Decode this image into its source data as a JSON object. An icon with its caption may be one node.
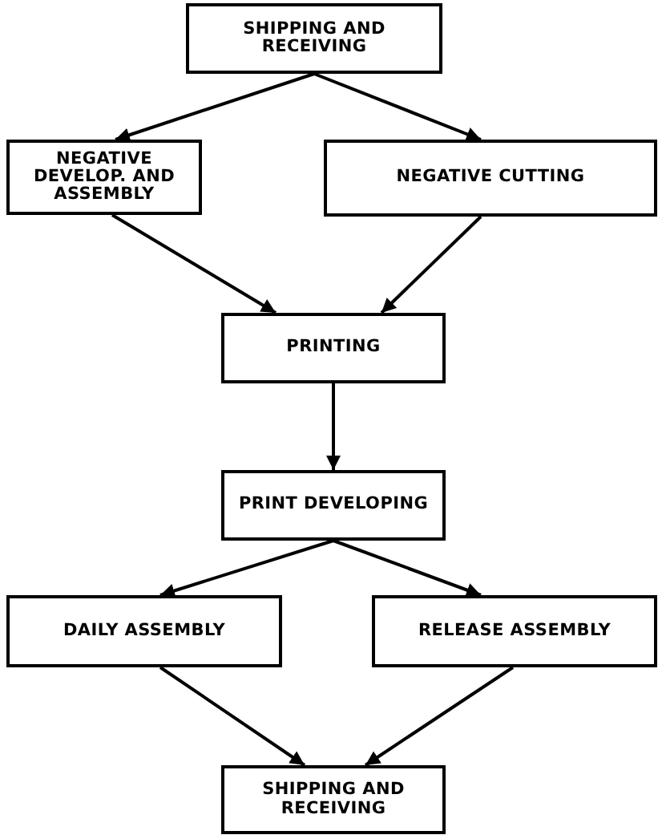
{
  "diagram": {
    "nodes": [
      {
        "text": [
          "SHIPPING AND RECEIVING"
        ]
      },
      {
        "text": [
          "NEGATIVE DEVELOP. AND ASSEMBLY"
        ]
      },
      {
        "text": [
          "NEGATIVE CUTTING"
        ]
      },
      {
        "text": [
          "PRINTING"
        ]
      },
      {
        "text": [
          "PRINT DEVELOPING"
        ]
      },
      {
        "text": [
          "DAILY ASSEMBLY"
        ]
      },
      {
        "text": [
          "RELEASE ASSEMBLY"
        ]
      },
      {
        "text": [
          "SHIPPING AND RECEIVING"
        ]
      }
    ],
    "edges": [
      {
        "from": 0,
        "to": 1,
        "arrow": "to"
      },
      {
        "from": 0,
        "to": 2,
        "arrow": "to"
      },
      {
        "from": 1,
        "to": 3,
        "arrow": "to"
      },
      {
        "from": 2,
        "to": 3,
        "arrow": "to"
      },
      {
        "from": 3,
        "to": 4,
        "arrow": "to"
      },
      {
        "from": 4,
        "to": 5,
        "arrow": "to"
      },
      {
        "from": 4,
        "to": 6,
        "arrow": "to"
      },
      {
        "from": 5,
        "to": 7,
        "arrow": "to"
      },
      {
        "from": 6,
        "to": 7,
        "arrow": "to"
      }
    ]
  }
}
